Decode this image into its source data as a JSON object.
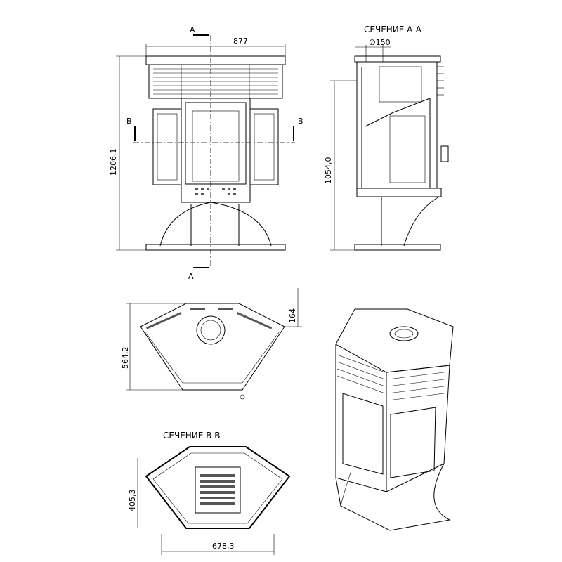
{
  "front_view": {
    "section_mark_top": "A",
    "section_mark_bottom": "A",
    "section_mark_left": "B",
    "section_mark_right": "B",
    "width_dim": "877",
    "height_dim": "1206,1"
  },
  "section_aa": {
    "title": "СЕЧЕНИЕ А-А",
    "flue_dim": "∅150",
    "height_dim": "1054,0"
  },
  "top_view": {
    "depth_dim": "564,2",
    "offset_dim": "164"
  },
  "section_bb": {
    "title": "СЕЧЕНИЕ B-B",
    "depth_dim": "405,3",
    "width_dim": "678,3"
  }
}
